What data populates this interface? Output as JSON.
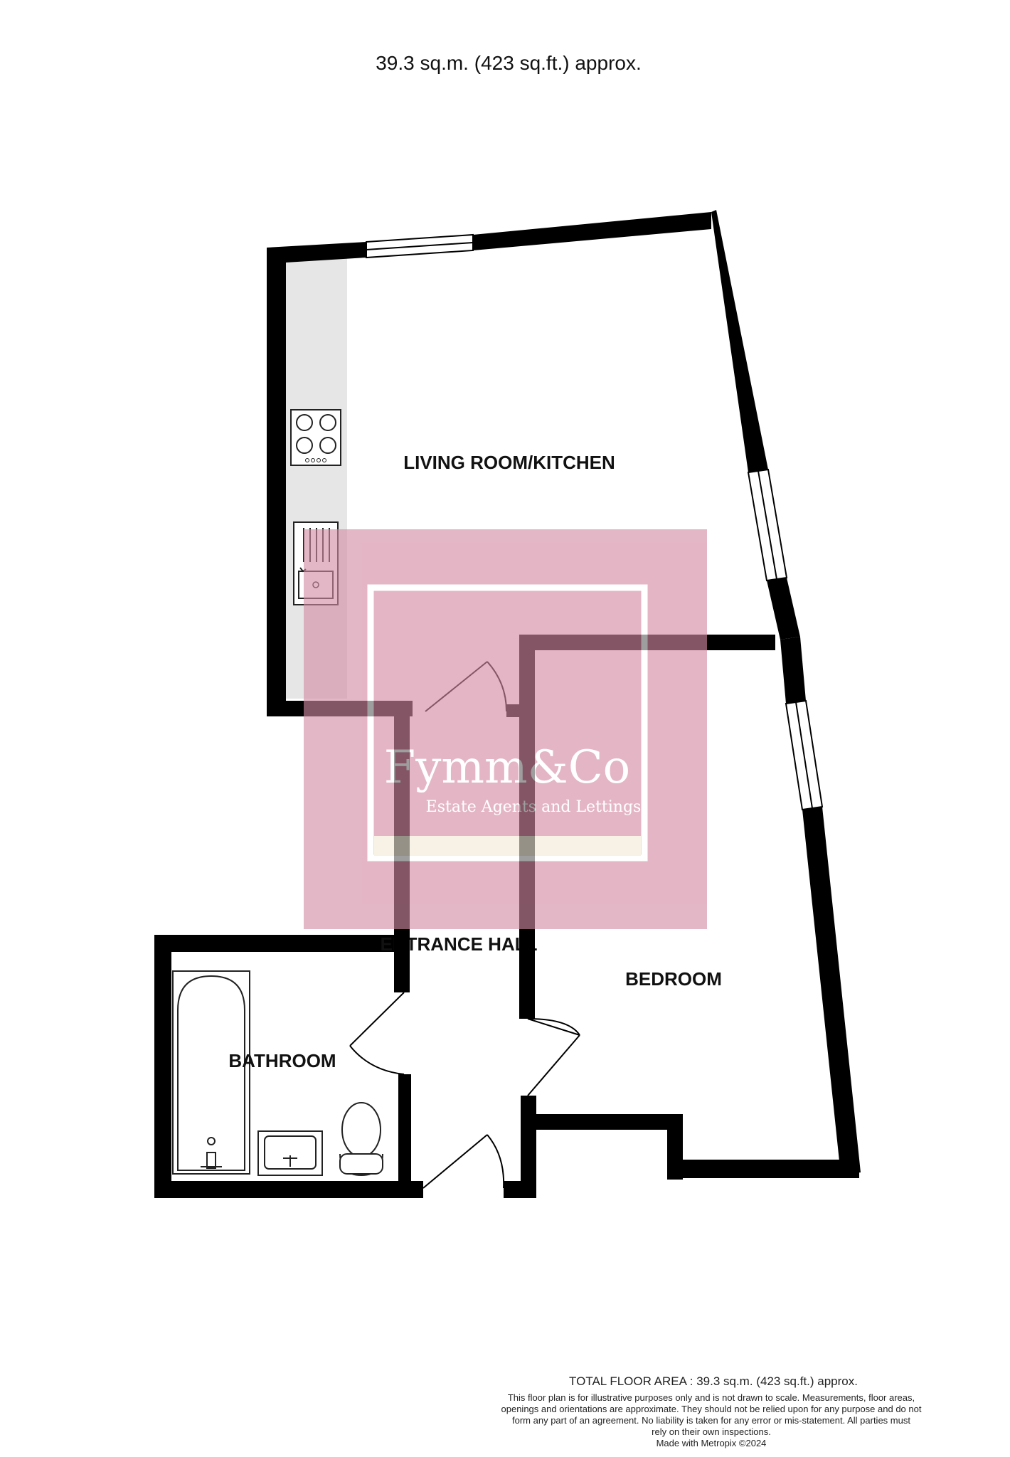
{
  "header": {
    "area_text": "39.3 sq.m. (423 sq.ft.) approx."
  },
  "rooms": {
    "living": "LIVING ROOM/KITCHEN",
    "bedroom": "BEDROOM",
    "bathroom": "BATHROOM",
    "hall": "ENTRANCE HALL"
  },
  "watermark": {
    "brand": "Fymm&Co",
    "tagline": "Estate Agents and Lettings",
    "color": "#d48aa3"
  },
  "footer": {
    "total_area": "TOTAL FLOOR AREA : 39.3 sq.m. (423 sq.ft.) approx.",
    "disclaimer_lines": [
      "This floor plan is for illustrative purposes only and is not drawn to scale.  Measurements, floor areas,",
      "openings and orientations are approximate.  They should not be relied upon for any purpose and do not",
      "form any part of an agreement.  No liability is taken for any error or mis-statement.  All parties must",
      "rely on their own inspections."
    ],
    "credit": "Made with Metropix ©2024"
  },
  "colors": {
    "wall": "#000000",
    "counter": "#e6e6e6",
    "background": "#ffffff"
  }
}
